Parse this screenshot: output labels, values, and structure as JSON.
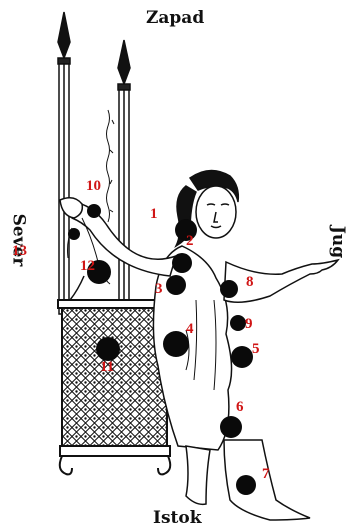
{
  "directions": {
    "top": "Zapad",
    "bottom": "Istok",
    "left": "Sever",
    "right": "Jug"
  },
  "points": [
    {
      "label": "1"
    },
    {
      "label": "2"
    },
    {
      "label": "3"
    },
    {
      "label": "4"
    },
    {
      "label": "5"
    },
    {
      "label": "6"
    },
    {
      "label": "7"
    },
    {
      "label": "8"
    },
    {
      "label": "9"
    },
    {
      "label": "10"
    },
    {
      "label": "11"
    },
    {
      "label": "12"
    },
    {
      "label": "13"
    }
  ],
  "colors": {
    "ink": "#111111",
    "marker": "#0a0a0a",
    "number": "#d01515"
  }
}
